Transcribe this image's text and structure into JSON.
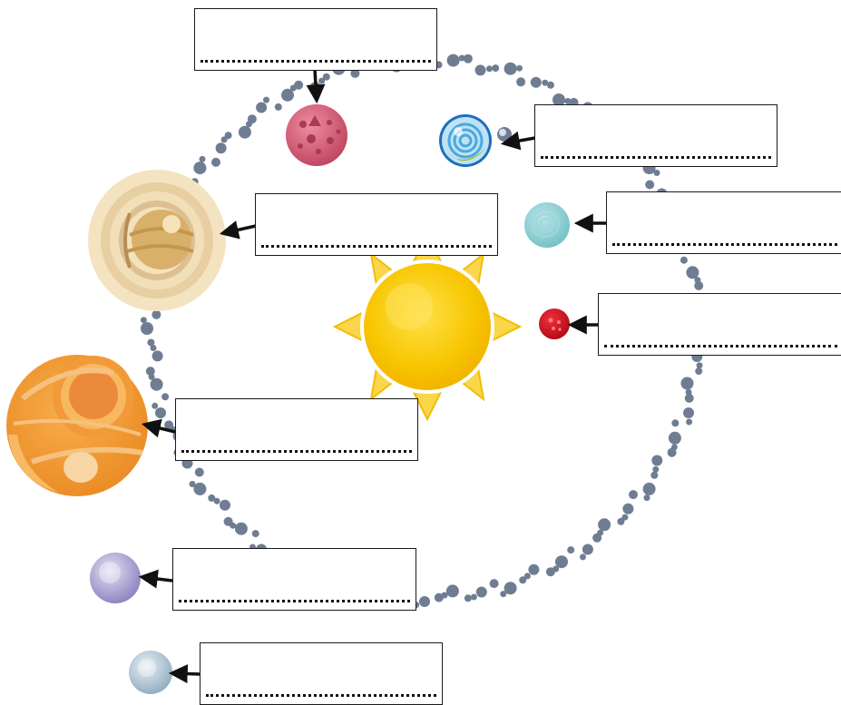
{
  "diagram": {
    "colors": {
      "orbit": "#6f7d93",
      "arrow": "#111111",
      "box_border": "#1a1a1a",
      "sun": "#f7c600",
      "sun_rays": "#f9d64a"
    },
    "planets": [
      {
        "id": "pink-planet",
        "icon": "pink-cratered-planet-icon",
        "color": "#d25a74"
      },
      {
        "id": "swirl-blue-planet",
        "icon": "blue-swirl-planet-icon",
        "color": "#4fb6e6"
      },
      {
        "id": "teal-planet",
        "icon": "teal-swirl-planet-icon",
        "color": "#8ecfd3"
      },
      {
        "id": "red-planet",
        "icon": "small-red-planet-icon",
        "color": "#d8121f"
      },
      {
        "id": "ringed-planet",
        "icon": "ringed-tan-planet-icon",
        "color": "#d7b06a"
      },
      {
        "id": "orange-planet",
        "icon": "large-orange-banded-planet-icon",
        "color": "#f39a3a"
      },
      {
        "id": "lavender-planet",
        "icon": "lavender-planet-icon",
        "color": "#b3acd6"
      },
      {
        "id": "pale-blue-planet",
        "icon": "pale-blue-planet-icon",
        "color": "#b7cbd8"
      }
    ],
    "label_boxes": [
      {
        "id": "box-1",
        "value": ""
      },
      {
        "id": "box-2",
        "value": ""
      },
      {
        "id": "box-3",
        "value": ""
      },
      {
        "id": "box-4",
        "value": ""
      },
      {
        "id": "box-5",
        "value": ""
      },
      {
        "id": "box-6",
        "value": ""
      },
      {
        "id": "box-7",
        "value": ""
      },
      {
        "id": "box-8",
        "value": ""
      }
    ]
  }
}
